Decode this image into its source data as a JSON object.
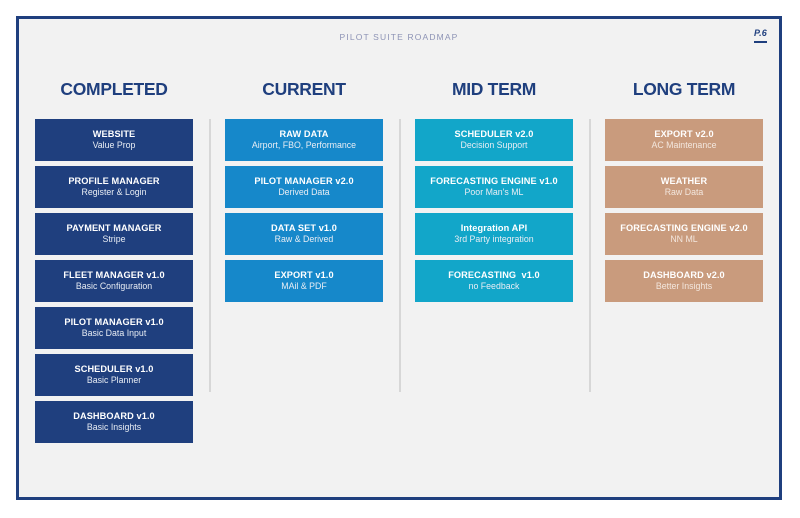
{
  "header": {
    "deck_title": "PILOT SUITE ROADMAP",
    "page_marker": "P.6"
  },
  "theme": {
    "frame_border": "#1F3F7E",
    "slide_background": "#F2F2F2",
    "title_color": "#1F3F7E",
    "deck_title_color": "#8D93B5",
    "divider_color": "#D7D7D7"
  },
  "columns": [
    {
      "title": "COMPLETED",
      "color": "#1F3F7E",
      "cards": [
        {
          "title": "WEBSITE",
          "subtitle": "Value Prop"
        },
        {
          "title": "PROFILE MANAGER",
          "subtitle": "Register & Login"
        },
        {
          "title": "PAYMENT MANAGER",
          "subtitle": "Stripe"
        },
        {
          "title": "FLEET MANAGER v1.0",
          "subtitle": "Basic Configuration"
        },
        {
          "title": "PILOT MANAGER v1.0",
          "subtitle": "Basic Data Input"
        },
        {
          "title": "SCHEDULER v1.0",
          "subtitle": "Basic Planner"
        },
        {
          "title": "DASHBOARD v1.0",
          "subtitle": "Basic Insights"
        }
      ]
    },
    {
      "title": "CURRENT",
      "color": "#1688CA",
      "cards": [
        {
          "title": "RAW DATA",
          "subtitle": "Airport, FBO, Performance"
        },
        {
          "title": "PILOT MANAGER v2.0",
          "subtitle": "Derived Data"
        },
        {
          "title": "DATA SET v1.0",
          "subtitle": "Raw & Derived"
        },
        {
          "title": "EXPORT v1.0",
          "subtitle": "MAil & PDF"
        }
      ]
    },
    {
      "title": "MID TERM",
      "color": "#12A6C9",
      "cards": [
        {
          "title": "SCHEDULER v2.0",
          "subtitle": "Decision Support"
        },
        {
          "title": "FORECASTING ENGINE v1.0",
          "subtitle": "Poor Man's ML"
        },
        {
          "title": "Integration API",
          "subtitle": "3rd Party integration"
        },
        {
          "title": "FORECASTING  v1.0",
          "subtitle": "no Feedback"
        }
      ]
    },
    {
      "title": "LONG TERM",
      "color": "#C99B7D",
      "cards": [
        {
          "title": "EXPORT v2.0",
          "subtitle": "AC Maintenance"
        },
        {
          "title": "WEATHER",
          "subtitle": "Raw Data"
        },
        {
          "title": "FORECASTING ENGINE v2.0",
          "subtitle": "NN ML"
        },
        {
          "title": "DASHBOARD v2.0",
          "subtitle": "Better Insights"
        }
      ]
    }
  ]
}
